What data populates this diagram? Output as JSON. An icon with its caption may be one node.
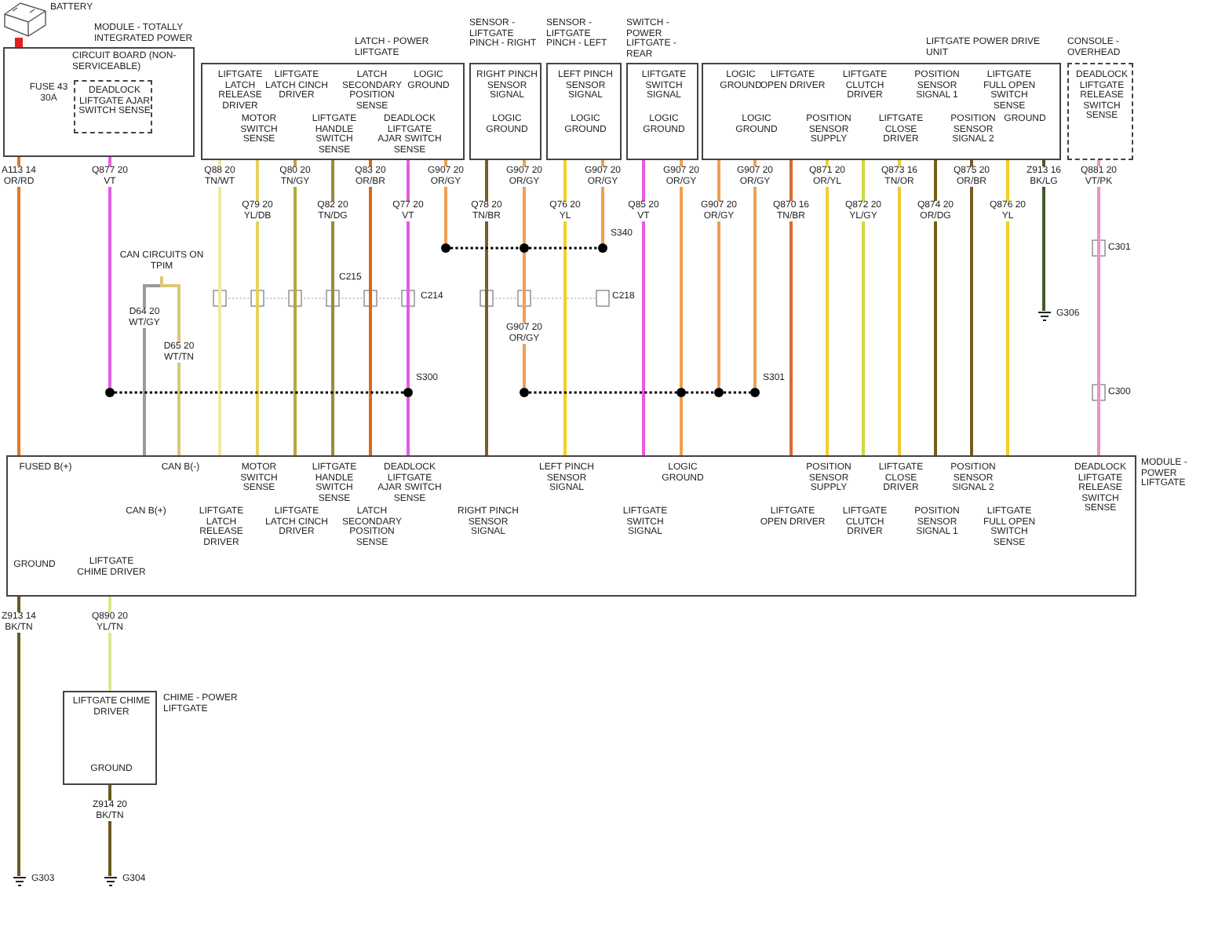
{
  "diagram": {
    "nodes": [
      {
        "text": [],
        "shape": "picture",
        "beside": [
          "BATTERY"
        ]
      },
      {
        "text": [
          "FUSE 43 30A"
        ],
        "beside": [
          "MODULE - TOTALLY INTEGRATED POWER"
        ]
      },
      {
        "text": [
          "DEADLOCK LIFTGATE AJAR SWITCH SENSE"
        ],
        "in": 1,
        "beside": [
          "CIRCUIT BOARD (NON-SERVICEABLE)"
        ]
      },
      {
        "text": [
          "LIFTGATE LATCH RELEASE DRIVER",
          "MOTOR SWITCH SENSE",
          "LIFTGATE LATCH CINCH DRIVER",
          "LIFTGATE HANDLE SWITCH SENSE",
          "LATCH SECONDARY POSITION SENSE",
          "DEADLOCK LIFTGATE AJAR SWITCH SENSE",
          "LOGIC GROUND"
        ],
        "beside": [
          "LATCH - POWER LIFTGATE"
        ]
      },
      {
        "text": [
          "RIGHT PINCH SENSOR SIGNAL",
          "LOGIC GROUND"
        ],
        "beside": [
          "SENSOR - LIFTGATE PINCH - RIGHT"
        ]
      },
      {
        "text": [
          "LEFT PINCH SENSOR SIGNAL",
          "LOGIC GROUND"
        ],
        "beside": [
          "SENSOR - LIFTGATE PINCH - LEFT"
        ]
      },
      {
        "text": [
          "LIFTGATE SWITCH SIGNAL",
          "LOGIC GROUND"
        ],
        "beside": [
          "SWITCH - POWER LIFTGATE - REAR"
        ]
      },
      {
        "text": [
          "LOGIC GROUND",
          "LOGIC GROUND",
          "LIFTGATE OPEN DRIVER",
          "POSITION SENSOR SUPPLY",
          "LIFTGATE CLUTCH DRIVER",
          "LIFTGATE CLOSE DRIVER",
          "POSITION SENSOR SIGNAL 1",
          "POSITION SENSOR SIGNAL 2",
          "LIFTGATE FULL OPEN SWITCH SENSE",
          "GROUND"
        ],
        "beside": [
          "LIFTGATE POWER DRIVE UNIT"
        ]
      },
      {
        "text": [
          "DEADLOCK LIFTGATE RELEASE SWITCH SENSE"
        ],
        "beside": [
          "CONSOLE - OVERHEAD"
        ]
      },
      {
        "text": [
          "FUSED B(+)",
          "CAN B(+)",
          "CAN B(-)",
          "LIFTGATE LATCH RELEASE DRIVER",
          "MOTOR SWITCH SENSE",
          "LIFTGATE LATCH CINCH DRIVER",
          "LIFTGATE HANDLE SWITCH SENSE",
          "LATCH SECONDARY POSITION SENSE",
          "DEADLOCK LIFTGATE AJAR SWITCH SENSE",
          "RIGHT PINCH SENSOR SIGNAL",
          "LEFT PINCH SENSOR SIGNAL",
          "LIFTGATE SWITCH SIGNAL",
          "LOGIC GROUND",
          "LIFTGATE OPEN DRIVER",
          "POSITION SENSOR SUPPLY",
          "LIFTGATE CLUTCH DRIVER",
          "LIFTGATE CLOSE DRIVER",
          "POSITION SENSOR SIGNAL 1",
          "POSITION SENSOR SIGNAL 2",
          "LIFTGATE FULL OPEN SWITCH SENSE",
          "DEADLOCK LIFTGATE RELEASE SWITCH SENSE",
          "GROUND",
          "LIFTGATE CHIME DRIVER"
        ],
        "beside": [
          "MODULE - POWER LIFTGATE"
        ]
      },
      {
        "text": [
          "LIFTGATE CHIME DRIVER",
          "GROUND"
        ],
        "beside": [
          "CHIME - POWER LIFTGATE"
        ]
      },
      {
        "text": [
          "CAN CIRCUITS ON TPIM"
        ]
      },
      {
        "text": [],
        "shape": "ground",
        "beside": [
          "G303"
        ]
      },
      {
        "text": [],
        "shape": "ground",
        "beside": [
          "G304"
        ]
      },
      {
        "text": [],
        "shape": "ground",
        "beside": [
          "G306"
        ]
      },
      {
        "text": [],
        "shape": "circle"
      },
      {
        "text": [],
        "shape": "circle",
        "beside": [
          "S300"
        ]
      },
      {
        "text": [],
        "shape": "circle"
      },
      {
        "text": [],
        "shape": "circle"
      },
      {
        "text": [],
        "shape": "circle"
      },
      {
        "text": [],
        "shape": "circle",
        "beside": [
          "S301"
        ]
      },
      {
        "text": [],
        "shape": "circle"
      },
      {
        "text": [],
        "shape": "circle"
      },
      {
        "text": [],
        "shape": "circle",
        "beside": [
          "S340"
        ]
      }
    ],
    "edges": [
      {
        "from": 0,
        "to": 1,
        "arrow": "none",
        "style": "thick",
        "color": "#e0201e"
      },
      {
        "from": 1,
        "to": 9,
        "arrow": "none",
        "label": "A113 14 OR/RD",
        "color": "#e87722"
      },
      {
        "from": 1,
        "to": 15,
        "arrow": "none",
        "label": "Q877 20 VT",
        "color": "#e65ce6"
      },
      {
        "from": 11,
        "to": 9,
        "arrow": "none",
        "label": "D64 20 WT/GY",
        "color": "#9a9a9a"
      },
      {
        "from": 11,
        "to": 9,
        "arrow": "none",
        "label": "D65 20 WT/TN",
        "color": "#d9c77a"
      },
      {
        "from": 3,
        "to": 9,
        "arrow": "none",
        "label": "Q88 20 TN/WT",
        "color": "#f2e6a0"
      },
      {
        "from": 3,
        "to": 9,
        "arrow": "none",
        "label": "Q79 20 YL/DB",
        "color": "#e8d060"
      },
      {
        "from": 3,
        "to": 9,
        "arrow": "none",
        "label": "Q80 20 TN/GY",
        "color": "#b5a83a"
      },
      {
        "from": 3,
        "to": 9,
        "arrow": "none",
        "label": "Q82 20 TN/DG",
        "color": "#9a8c3a"
      },
      {
        "from": 3,
        "to": 9,
        "arrow": "none",
        "label": "Q83 20 OR/BR",
        "color": "#e0661a"
      },
      {
        "from": 3,
        "to": 16,
        "arrow": "none",
        "label": "Q77 20 VT",
        "color": "#e85ae0"
      },
      {
        "from": 16,
        "to": 9,
        "arrow": "none",
        "color": "#e85ae0"
      },
      {
        "from": 3,
        "to": 21,
        "arrow": "none",
        "label": "G907 20 OR/GY",
        "color": "#f0a050"
      },
      {
        "from": 4,
        "to": 9,
        "arrow": "none",
        "label": "Q78 20 TN/BR",
        "color": "#7a6020"
      },
      {
        "from": 4,
        "to": 22,
        "arrow": "none",
        "label": "G907 20 OR/GY",
        "color": "#f0a050"
      },
      {
        "from": 22,
        "to": 17,
        "arrow": "none",
        "label": "G907 20 OR/GY",
        "color": "#f0a050"
      },
      {
        "from": 5,
        "to": 9,
        "arrow": "none",
        "label": "Q76 20 YL",
        "color": "#f5d020"
      },
      {
        "from": 5,
        "to": 23,
        "arrow": "none",
        "label": "G907 20 OR/GY",
        "color": "#f0a050"
      },
      {
        "from": 6,
        "to": 9,
        "arrow": "none",
        "label": "Q85 20 VT",
        "color": "#e85ae0"
      },
      {
        "from": 6,
        "to": 18,
        "arrow": "none",
        "label": "G907 20 OR/GY",
        "color": "#f0a050"
      },
      {
        "from": 18,
        "to": 9,
        "arrow": "none",
        "color": "#f0a050"
      },
      {
        "from": 7,
        "to": 19,
        "arrow": "none",
        "label": "G907 20 OR/GY",
        "color": "#f0a050"
      },
      {
        "from": 7,
        "to": 20,
        "arrow": "none",
        "label": "G907 20 OR/GY",
        "color": "#f0a050"
      },
      {
        "from": 7,
        "to": 9,
        "arrow": "none",
        "label": "Q870 16 TN/BR",
        "color": "#d86a30"
      },
      {
        "from": 7,
        "to": 9,
        "arrow": "none",
        "label": "Q871 20 OR/YL",
        "color": "#f5cd30"
      },
      {
        "from": 7,
        "to": 9,
        "arrow": "none",
        "label": "Q872 20 YL/GY",
        "color": "#d0d840"
      },
      {
        "from": 7,
        "to": 9,
        "arrow": "none",
        "label": "Q873 16 TN/OR",
        "color": "#f0c838"
      },
      {
        "from": 7,
        "to": 9,
        "arrow": "none",
        "label": "Q874 20 OR/DG",
        "color": "#706018"
      },
      {
        "from": 7,
        "to": 9,
        "arrow": "none",
        "label": "Q875 20 OR/BR",
        "color": "#7a5a20"
      },
      {
        "from": 7,
        "to": 9,
        "arrow": "none",
        "label": "Q876 20 YL",
        "color": "#f5cc20"
      },
      {
        "from": 7,
        "to": 14,
        "arrow": "none",
        "label": "Z913 16 BK/LG",
        "color": "#3f5a30"
      },
      {
        "from": 8,
        "to": 9,
        "arrow": "none",
        "label": "Q881 20 VT/PK",
        "color": "#f090c8"
      },
      {
        "from": 15,
        "to": 16,
        "arrow": "none",
        "style": "dashed",
        "color": "#000000"
      },
      {
        "from": 21,
        "to": 22,
        "arrow": "none",
        "style": "dashed",
        "color": "#000000"
      },
      {
        "from": 22,
        "to": 23,
        "arrow": "none",
        "style": "dashed",
        "color": "#000000"
      },
      {
        "from": 17,
        "to": 18,
        "arrow": "none",
        "style": "dashed",
        "color": "#000000"
      },
      {
        "from": 18,
        "to": 19,
        "arrow": "none",
        "style": "dashed",
        "color": "#000000"
      },
      {
        "from": 19,
        "to": 20,
        "arrow": "none",
        "style": "dashed",
        "color": "#000000"
      },
      {
        "from": 9,
        "to": 12,
        "arrow": "none",
        "label": "Z913 14 BK/TN",
        "color": "#6a5a20"
      },
      {
        "from": 9,
        "to": 10,
        "arrow": "none",
        "label": "Q890 20 YL/TN",
        "color": "#d8e890"
      },
      {
        "from": 10,
        "to": 13,
        "arrow": "none",
        "label": "Z914 20 BK/TN",
        "color": "#6a5a20"
      }
    ],
    "labels": [
      "C215",
      "C214",
      "C218",
      "C301",
      "C300"
    ]
  }
}
